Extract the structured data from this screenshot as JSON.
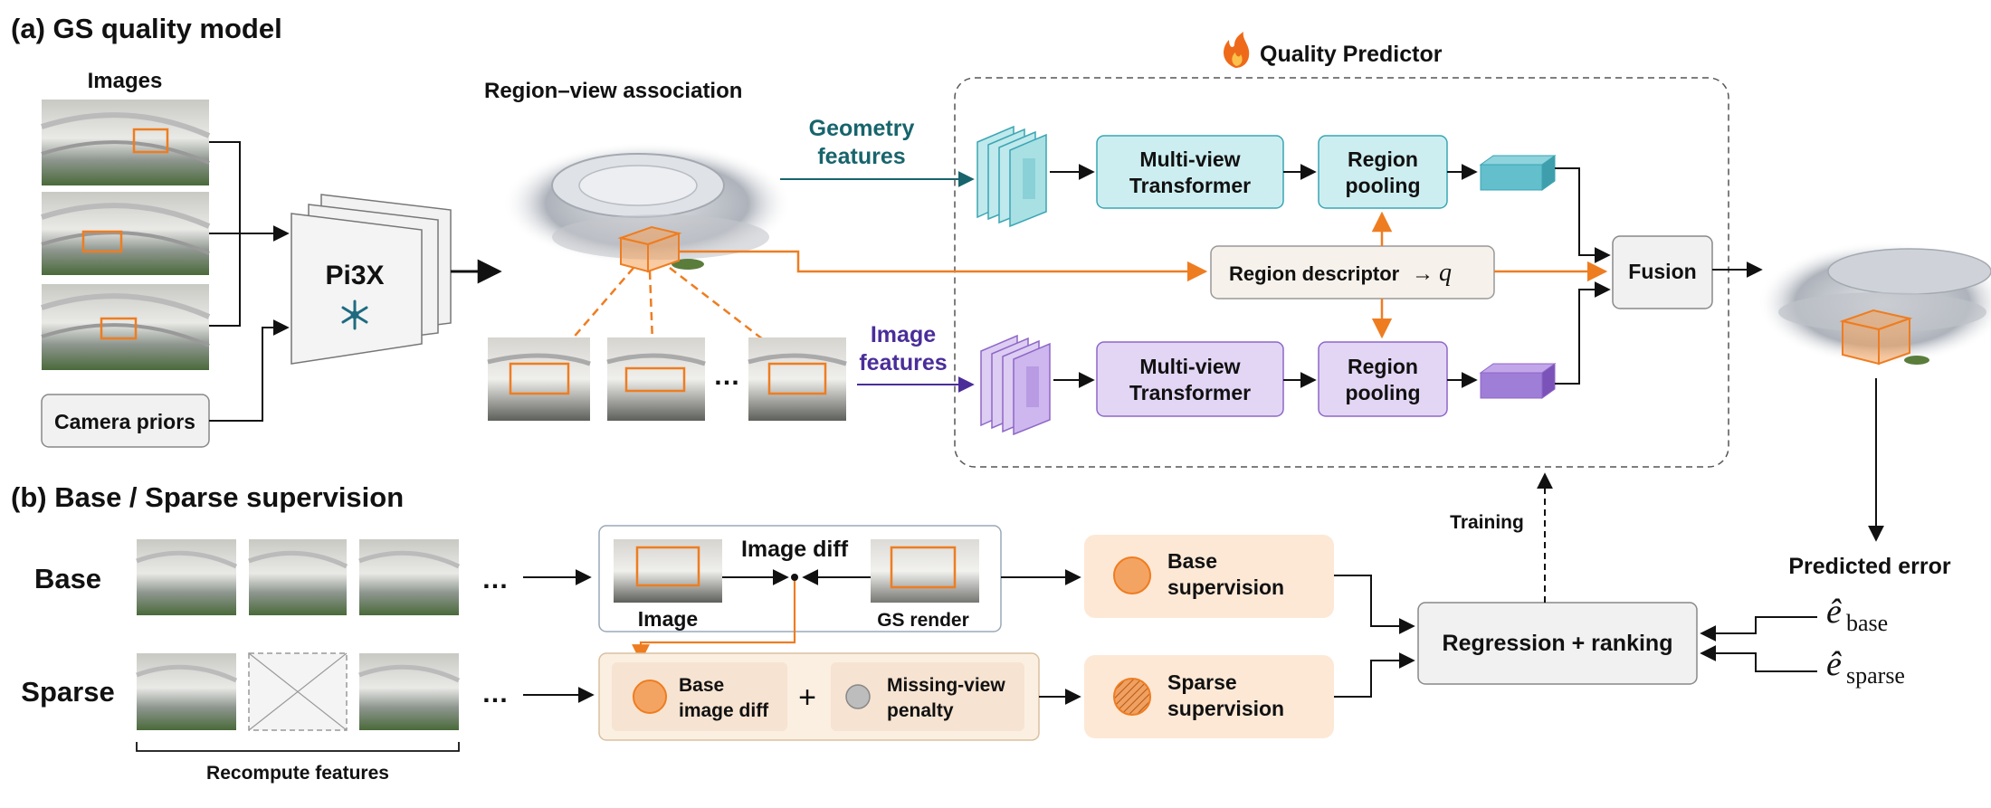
{
  "section_a": {
    "title": "(a) GS quality model",
    "images_label": "Images",
    "camera_priors_label": "Camera priors",
    "backbone_label": "Pi3X",
    "backbone_frozen_icon": "snowflake-icon",
    "region_view_label": "Region–view association",
    "view_ellipsis": "…",
    "geometry_features_label": [
      "Geometry",
      "features"
    ],
    "image_features_label": [
      "Image",
      "features"
    ],
    "quality_predictor": {
      "title": "Quality Predictor",
      "trainable_icon": "flame-icon",
      "geo_transformer": [
        "Multi-view",
        "Transformer"
      ],
      "geo_pooling": [
        "Region",
        "pooling"
      ],
      "img_transformer": [
        "Multi-view",
        "Transformer"
      ],
      "img_pooling": [
        "Region",
        "pooling"
      ],
      "region_descriptor": "Region descriptor",
      "region_descriptor_arrow": "→",
      "region_descriptor_var": "q",
      "fusion_label": "Fusion"
    },
    "predicted_error_label": "Predicted error",
    "e_symbol": "ê",
    "e_base_sub": "base",
    "e_sparse_sub": "sparse"
  },
  "section_b": {
    "title": "(b) Base / Sparse supervision",
    "base_row_label": "Base",
    "sparse_row_label": "Sparse",
    "row_ellipsis": "…",
    "recompute_label": "Recompute features",
    "image_diff_label": "Image diff",
    "image_label": "Image",
    "gs_render_label": "GS render",
    "base_image_diff_label": [
      "Base",
      "image diff"
    ],
    "plus_sign": "+",
    "missing_view_label": [
      "Missing-view",
      "penalty"
    ],
    "base_supervision_label": [
      "Base",
      "supervision"
    ],
    "sparse_supervision_label": [
      "Sparse",
      "supervision"
    ],
    "regression_label": "Regression + ranking",
    "training_label": "Training"
  },
  "colors": {
    "orange": "#ee7d21",
    "teal_fill": "#cdeef0",
    "teal_stroke": "#3aa6b4",
    "teal_text": "#17646c",
    "purple_fill": "#e3d6f5",
    "purple_stroke": "#8e67c8",
    "purple_text": "#4a2d99",
    "peach_fill": "#fde8d6",
    "grey_fill": "#f2f2f2"
  }
}
